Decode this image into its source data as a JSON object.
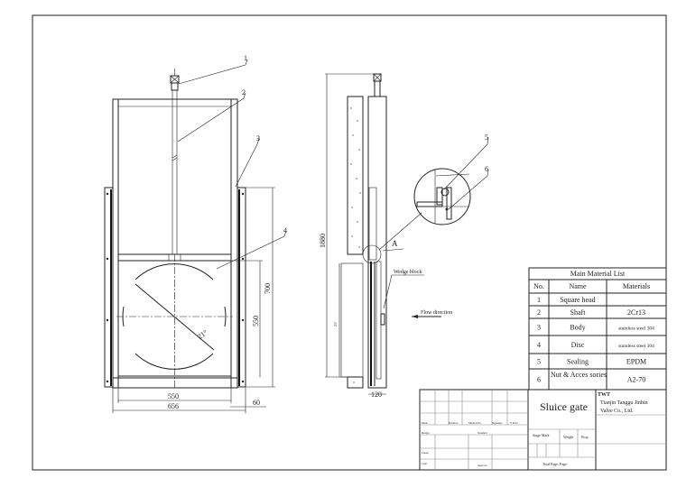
{
  "drawing": {
    "part_numbers": [
      "1",
      "2",
      "3",
      "4",
      "5",
      "6"
    ],
    "dimensions": {
      "overall_height": "1880",
      "frame_height": "700",
      "opening_height": "550",
      "opening_width": "550",
      "overall_width": "656",
      "flange_width": "60",
      "body_depth": "120",
      "angle": "21°"
    },
    "detail_label": "A",
    "wedge_block_label": "Wedge block",
    "flow_direction_label": "Flow direction"
  },
  "material_list": {
    "title": "Main Material List",
    "headers": [
      "No.",
      "Name",
      "Materials"
    ],
    "rows": [
      {
        "no": "1",
        "name": "Square head",
        "material": ""
      },
      {
        "no": "2",
        "name": "Shaft",
        "material": "2Cr13"
      },
      {
        "no": "3",
        "name": "Body",
        "material": "stainless steel 304"
      },
      {
        "no": "4",
        "name": "Disc",
        "material": "stainless steel 304"
      },
      {
        "no": "5",
        "name": "Sealing",
        "material": "EPDM"
      },
      {
        "no": "6",
        "name": "Nut & Acces sories",
        "material": "A2-70"
      }
    ]
  },
  "title_block": {
    "drawing_title": "Sluice gate",
    "logo": "TWT",
    "company_line1": "Tianjin Tanggu Jinbin",
    "company_line2": "Valve Co., Ltd.",
    "labels": {
      "mark": "Mark",
      "partition": "Partition",
      "method_no": "Method No.",
      "signature": "Signature",
      "ymd": "Y M D",
      "design": "Design",
      "standard": "Standard",
      "check": "Check",
      "craft": "Craft",
      "approve": "Approve",
      "stage_mark": "Stage Mark",
      "weight": "Weight",
      "prop": "Prop.",
      "total_page": "Total Page:",
      "page": "Page:"
    }
  }
}
